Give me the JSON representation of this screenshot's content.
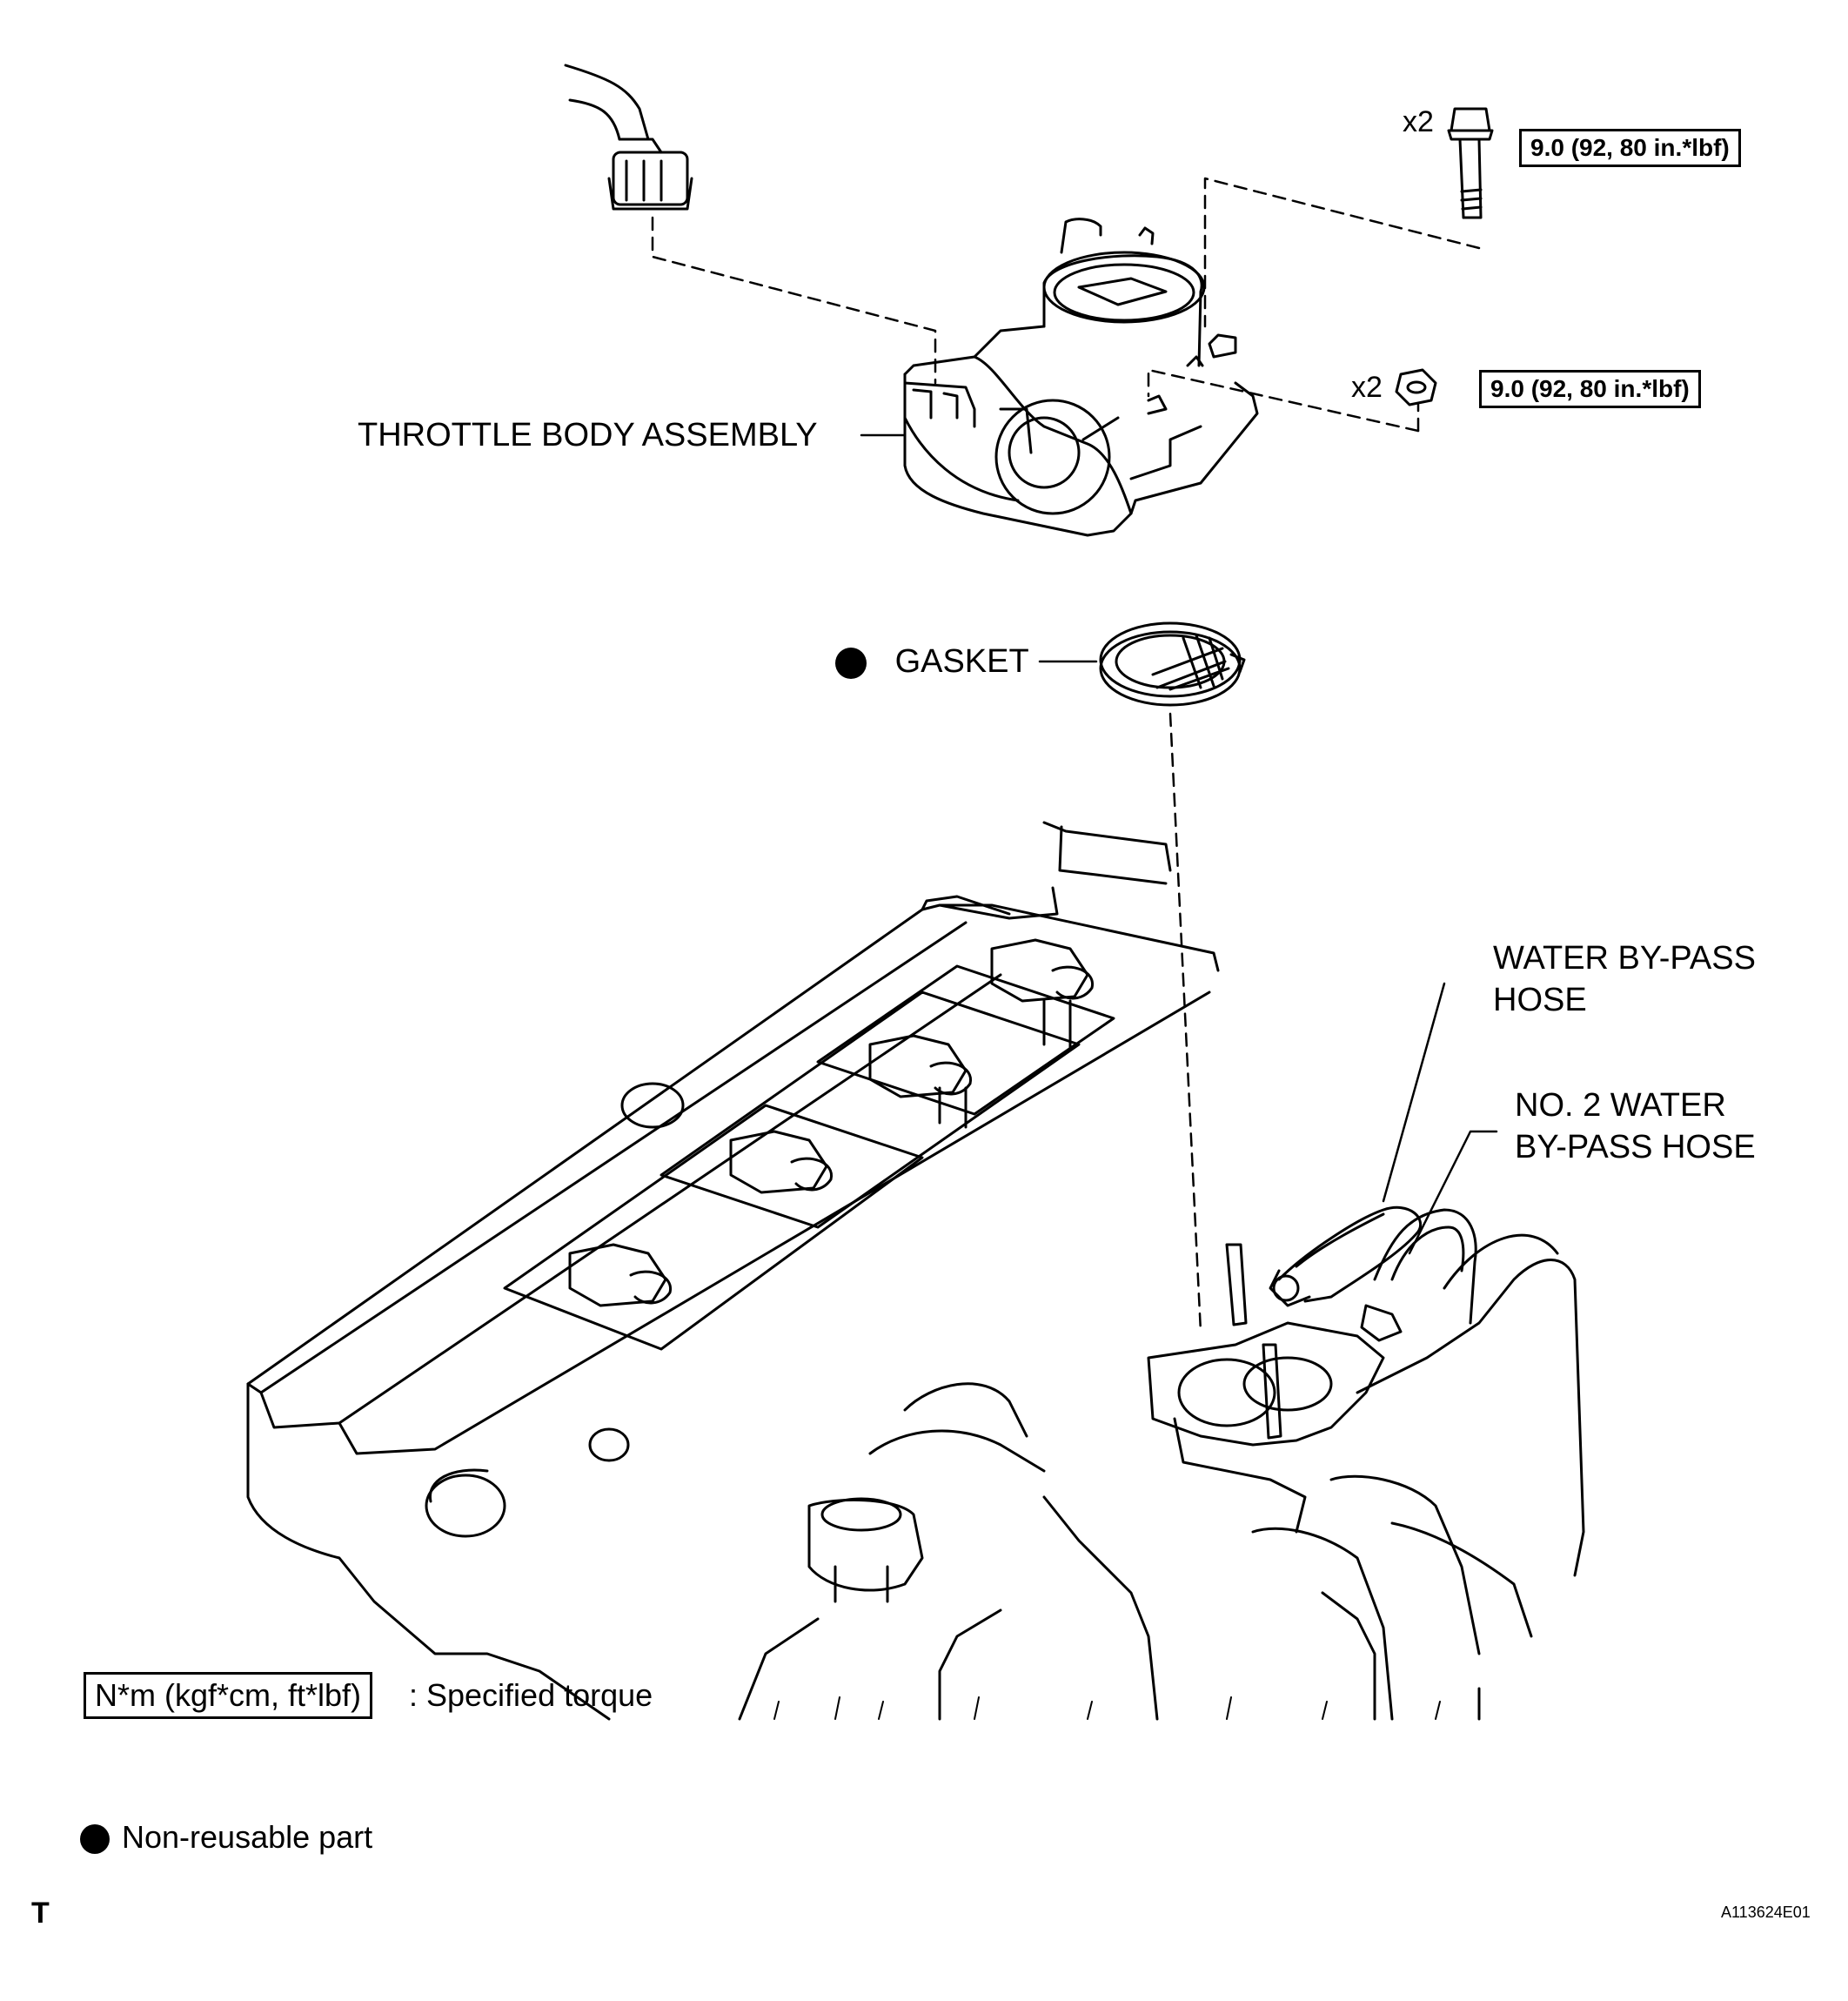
{
  "parts": {
    "throttle_body": "THROTTLE BODY ASSEMBLY",
    "gasket": "GASKET",
    "water_bypass_hose_line1": "WATER BY-PASS",
    "water_bypass_hose_line2": "HOSE",
    "no2_hose_line1": "NO. 2 WATER",
    "no2_hose_line2": "BY-PASS HOSE"
  },
  "fasteners": {
    "bolt_qty": "x2",
    "bolt_torque": "9.0 (92, 80 in.*lbf)",
    "nut_qty": "x2",
    "nut_torque": "9.0 (92, 80 in.*lbf)"
  },
  "legend": {
    "torque_unit": "N*m (kgf*cm, ft*lbf)",
    "torque_desc": ": Specified torque",
    "nonreusable_desc": "Non-reusable part"
  },
  "footer": {
    "corner_mark": "T",
    "figure_id": "A113624E01"
  },
  "colors": {
    "line": "#000000",
    "background": "#ffffff"
  }
}
